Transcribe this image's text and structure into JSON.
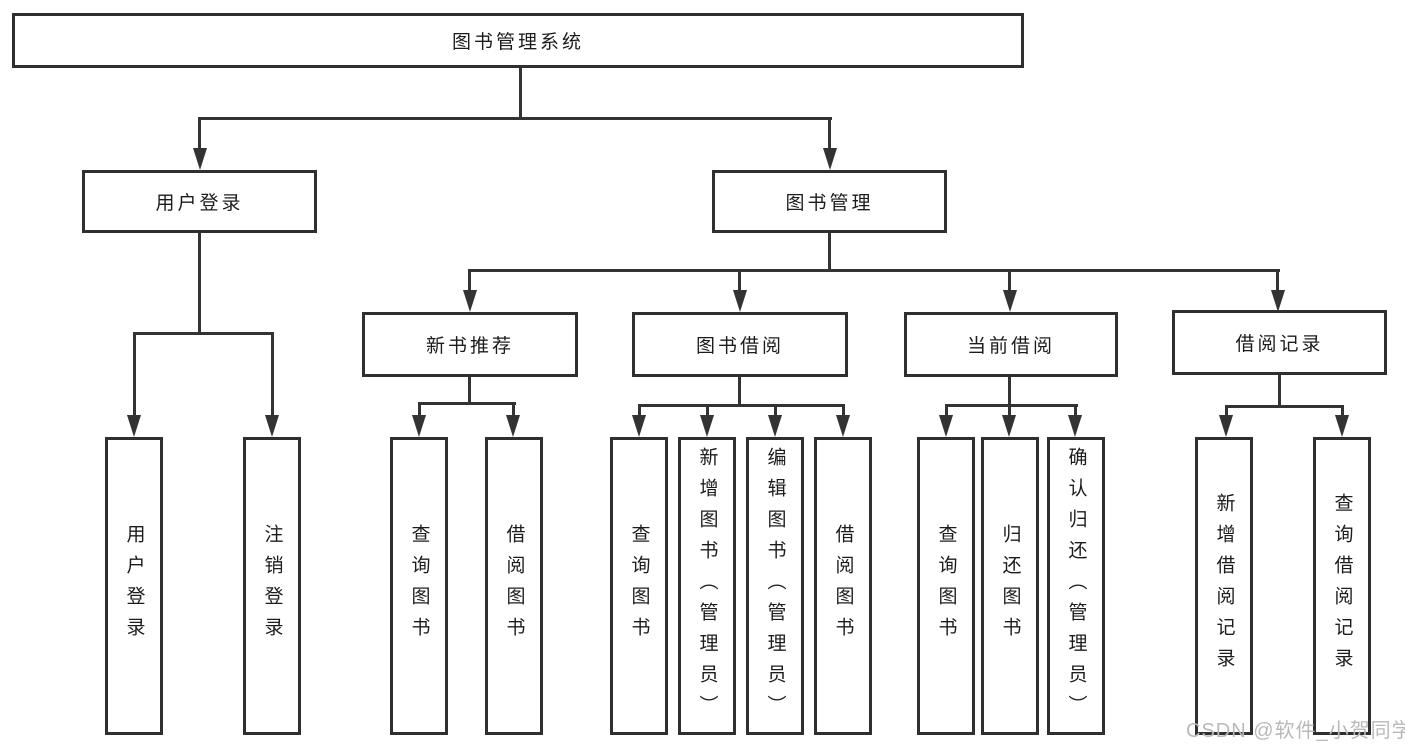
{
  "colors": {
    "background": "#ffffff",
    "line": "#333333",
    "box_border": "#2f2f2f",
    "text": "#1c1c1c",
    "watermark": "#b9b9b9"
  },
  "watermark": {
    "text": "CSDN @软件_小贺同学"
  },
  "tree": {
    "root": {
      "label": "图书管理系统",
      "children": [
        {
          "label": "用户登录",
          "children": [
            {
              "label": "用户登录"
            },
            {
              "label": "注销登录"
            }
          ]
        },
        {
          "label": "图书管理",
          "children": [
            {
              "label": "新书推荐",
              "children": [
                {
                  "label": "查询图书"
                },
                {
                  "label": "借阅图书"
                }
              ]
            },
            {
              "label": "图书借阅",
              "children": [
                {
                  "label": "查询图书"
                },
                {
                  "label": "新增图书（管理员）"
                },
                {
                  "label": "编辑图书（管理员）"
                },
                {
                  "label": "借阅图书"
                }
              ]
            },
            {
              "label": "当前借阅",
              "children": [
                {
                  "label": "查询图书"
                },
                {
                  "label": "归还图书"
                },
                {
                  "label": "确认归还（管理员）"
                }
              ]
            },
            {
              "label": "借阅记录",
              "children": [
                {
                  "label": "新增借阅记录"
                },
                {
                  "label": "查询借阅记录"
                }
              ]
            }
          ]
        }
      ]
    }
  }
}
